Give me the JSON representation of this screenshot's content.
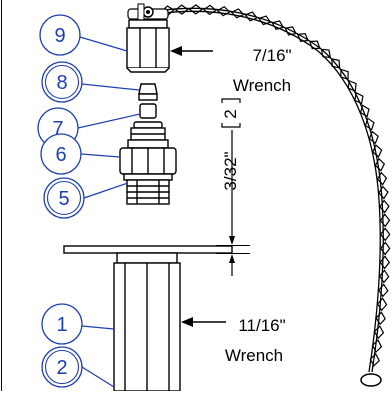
{
  "diagram": {
    "colors": {
      "line": "#000000",
      "callout": "#1e3fae",
      "background": "#ffffff"
    },
    "callouts": [
      {
        "number": "9"
      },
      {
        "number": "8"
      },
      {
        "number": "7"
      },
      {
        "number": "6"
      },
      {
        "number": "5"
      },
      {
        "number": "1"
      },
      {
        "number": "2"
      }
    ],
    "annotations": {
      "wrench_top_size": "7/16\"",
      "wrench_top_word": "Wrench",
      "wrench_bottom_size": "11/16\"",
      "wrench_bottom_word": "Wrench",
      "gap_dimension": "3/32\"",
      "gap_dimension_secondary": "2"
    }
  }
}
